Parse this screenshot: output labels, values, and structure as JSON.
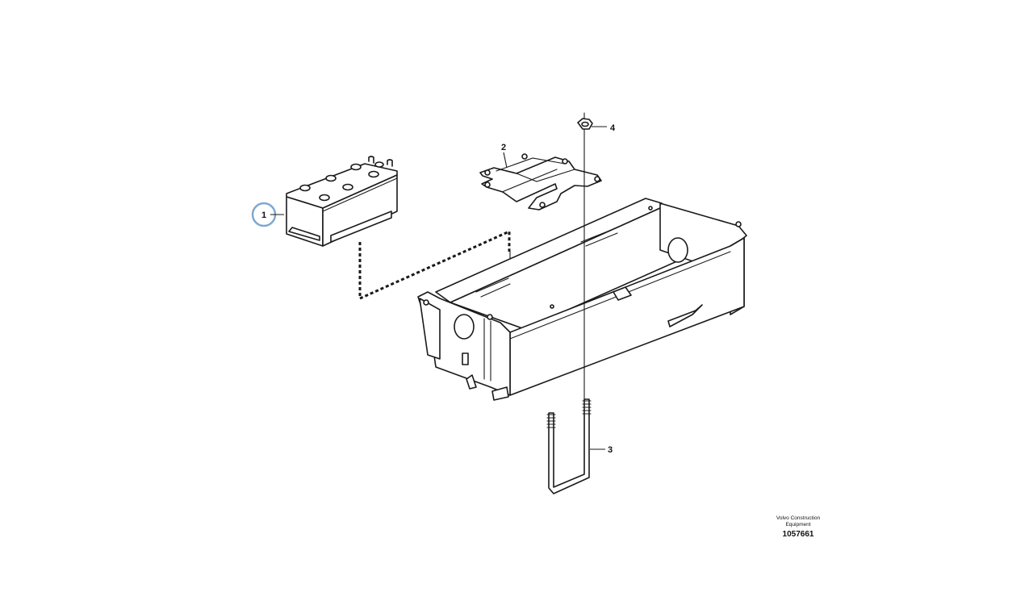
{
  "callouts": [
    {
      "id": "1",
      "label": "1",
      "highlighted": true
    },
    {
      "id": "2",
      "label": "2",
      "highlighted": false
    },
    {
      "id": "3",
      "label": "3",
      "highlighted": false
    },
    {
      "id": "4",
      "label": "4",
      "highlighted": false
    }
  ],
  "credit": {
    "line1": "Volvo Construction",
    "line2": "Equipment",
    "number": "1057661"
  },
  "colors": {
    "highlight_ring": "#7fa8d0",
    "line": "#1a1a1a",
    "background": "#ffffff"
  }
}
